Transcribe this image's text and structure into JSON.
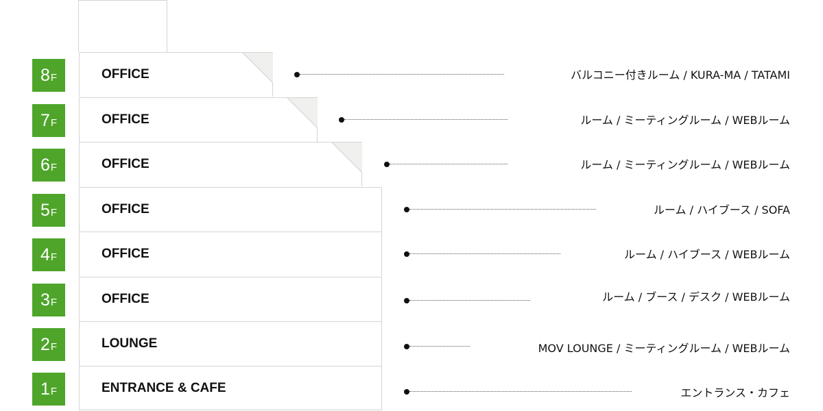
{
  "floors": [
    {
      "num": "8",
      "unit": "F",
      "name": "OFFICE",
      "desc": "バルコニー付きルーム / KURA-MA / TATAMI"
    },
    {
      "num": "7",
      "unit": "F",
      "name": "OFFICE",
      "desc": "ルーム / ミーティングルーム / WEBルーム"
    },
    {
      "num": "6",
      "unit": "F",
      "name": "OFFICE",
      "desc": "ルーム / ミーティングルーム / WEBルーム"
    },
    {
      "num": "5",
      "unit": "F",
      "name": "OFFICE",
      "desc": "ルーム / ハイブース / SOFA"
    },
    {
      "num": "4",
      "unit": "F",
      "name": "OFFICE",
      "desc": "ルーム / ハイブース / WEBルーム"
    },
    {
      "num": "3",
      "unit": "F",
      "name": "OFFICE",
      "desc": "ルーム / ブース / デスク / WEBルーム"
    },
    {
      "num": "2",
      "unit": "F",
      "name": "LOUNGE",
      "desc": "MOV LOUNGE / ミーティングルーム / WEBルーム"
    },
    {
      "num": "1",
      "unit": "F",
      "name": "ENTRANCE & CAFE",
      "desc": "エントランス・カフェ"
    }
  ],
  "colors": {
    "badge": "#4ea52a",
    "border": "#d4d4d4",
    "text": "#111111"
  }
}
